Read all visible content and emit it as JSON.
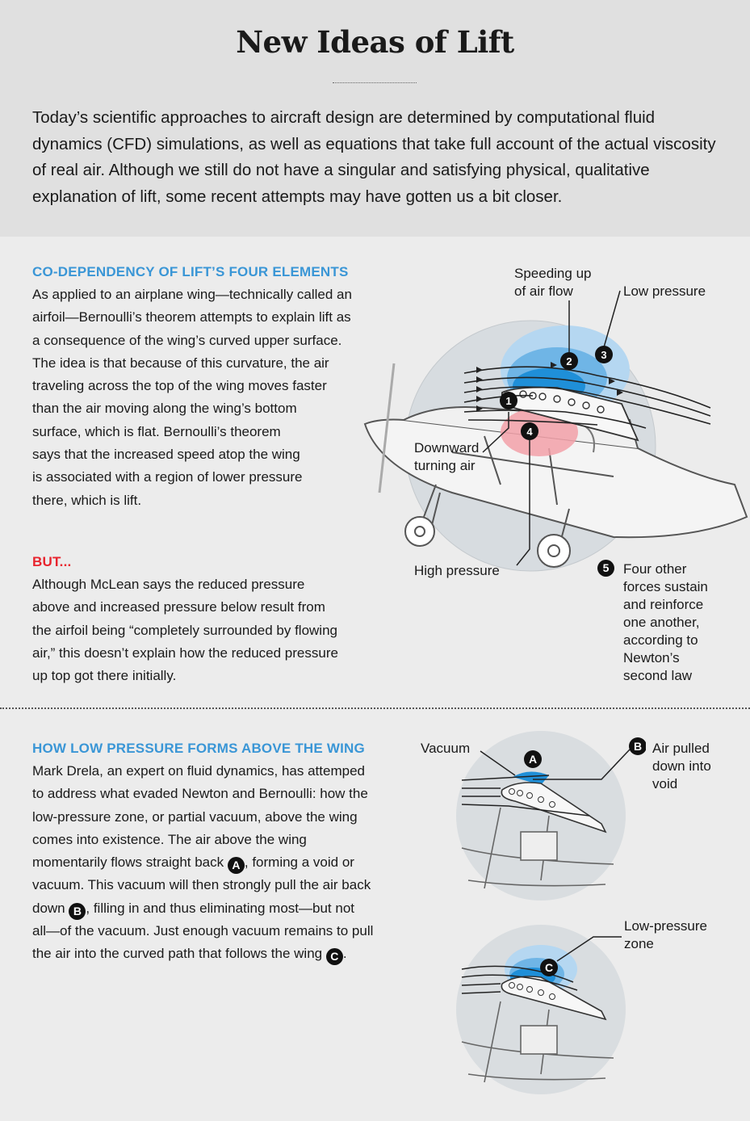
{
  "title": "New Ideas of Lift",
  "intro": "Today’s scientific approaches to aircraft design are determined by computational fluid dynamics (CFD) simulations, as well as equations that take full account of the actual viscosity of real air. Although we still do not have a singular and satisfying physical, qualitative explanation of lift, some recent attempts may have gotten us a bit closer.",
  "section1": {
    "heading": "CO-DEPENDENCY OF LIFT’S FOUR ELEMENTS",
    "lines": [
      "As applied to an airplane wing—technically called an",
      "airfoil—Bernoulli’s theorem attempts to explain lift as",
      "a consequence of the wing’s curved upper surface.",
      "The idea is that because of this curvature, the air",
      "traveling across the top of the wing moves faster",
      "than the air moving along the wing’s bottom",
      "surface, which is flat. Bernoulli’s theorem",
      "says that the increased speed atop the wing",
      "is associated with a region of lower pressure",
      "there, which is lift."
    ],
    "but_heading": "BUT...",
    "but_lines": [
      "Although McLean says the reduced pressure",
      "above and increased pressure below result from",
      "the airfoil being “completely surrounded by flowing",
      "air,” this doesn’t explain how the reduced pressure",
      "up top got there initially."
    ]
  },
  "diagram1": {
    "speeding_line1": "Speeding up",
    "speeding_line2": "of air flow",
    "low_pressure": "Low pressure",
    "downward_line1": "Downward",
    "downward_line2": "turning air",
    "high_pressure": "High pressure",
    "markers": [
      "1",
      "2",
      "3",
      "4"
    ],
    "marker5": "5",
    "newton_lines": [
      "Four other",
      "forces sustain",
      "and reinforce",
      "one another,",
      "according to",
      "Newton’s",
      "second law"
    ]
  },
  "section2": {
    "heading": "HOW LOW PRESSURE FORMS ABOVE THE WING",
    "l1": "Mark Drela, an expert on fluid dynamics, has attemped",
    "l2": "to address what evaded Newton and Bernoulli: how the",
    "l3": "low-pressure zone, or partial vacuum, above the wing",
    "l4": "comes into existence. The air above the wing",
    "l5a": "momentarily flows straight back ",
    "l5b": ", forming a void or",
    "l6": "vacuum. This vacuum will then strongly pull the air back",
    "l7a": "down ",
    "l7b": ", filling in and thus eliminating most—but not",
    "l8": "all—of the vacuum. Just enough vacuum remains to pull",
    "l9a": "the air into the curved path that follows the wing ",
    "l9b": ".",
    "marker_a": "A",
    "marker_b": "B",
    "marker_c": "C"
  },
  "diagram2": {
    "vacuum": "Vacuum",
    "marker_a": "A",
    "marker_b": "B",
    "air_pulled_lines": [
      "Air pulled",
      "down into",
      "void"
    ]
  },
  "diagram3": {
    "lp_line1": "Low-pressure",
    "lp_line2": "zone",
    "marker_c": "C"
  },
  "colors": {
    "heading_blue": "#3a96d6",
    "heading_red": "#e8242e",
    "low_pressure_blue": "#1f8fd8",
    "high_pressure_pink": "#f2a0a8"
  }
}
